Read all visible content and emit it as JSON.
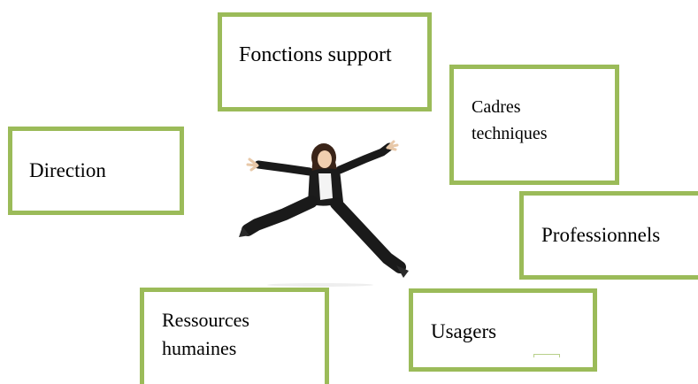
{
  "diagram": {
    "boxes": {
      "fonctions_support": "Fonctions support",
      "cadres_techniques": "Cadres\ntechniques",
      "direction": "Direction",
      "professionnels": "Professionnels",
      "ressources_humaines": "Ressources\nhumaines",
      "usagers": "Usagers"
    },
    "central_image": "jumping-businesswoman-photo",
    "colors": {
      "box_border": "#9bbb59",
      "background": "#ffffff",
      "text": "#000000"
    }
  }
}
